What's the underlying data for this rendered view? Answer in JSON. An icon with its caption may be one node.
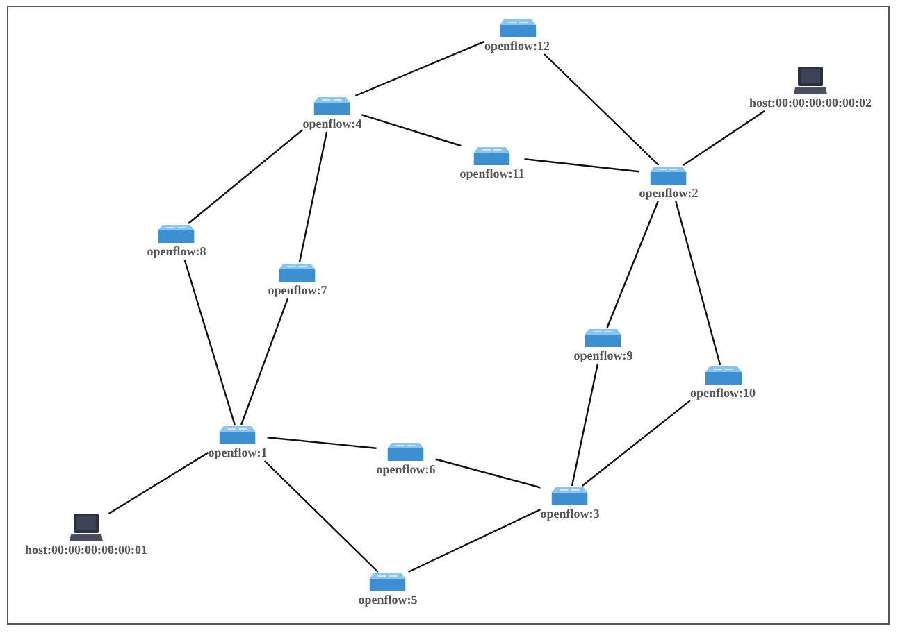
{
  "diagram": {
    "nodes": [
      {
        "text": [
          "openflow:12"
        ]
      },
      {
        "text": [
          "host:00:00:00:00:00:02"
        ]
      },
      {
        "text": [
          "openflow:4"
        ]
      },
      {
        "text": [
          "openflow:11"
        ]
      },
      {
        "text": [
          "openflow:2"
        ]
      },
      {
        "text": [
          "openflow:8"
        ]
      },
      {
        "text": [
          "openflow:7"
        ]
      },
      {
        "text": [
          "openflow:9"
        ]
      },
      {
        "text": [
          "openflow:10"
        ]
      },
      {
        "text": [
          "openflow:1"
        ]
      },
      {
        "text": [
          "openflow:6"
        ]
      },
      {
        "text": [
          "openflow:3"
        ]
      },
      {
        "text": [
          "host:00:00:00:00:00:01"
        ]
      },
      {
        "text": [
          "openflow:5"
        ]
      }
    ],
    "edges": [
      {
        "from": 0,
        "to": 2,
        "arrow": "none"
      },
      {
        "from": 0,
        "to": 4,
        "arrow": "none"
      },
      {
        "from": 2,
        "to": 3,
        "arrow": "none"
      },
      {
        "from": 3,
        "to": 4,
        "arrow": "none"
      },
      {
        "from": 2,
        "to": 5,
        "arrow": "none"
      },
      {
        "from": 2,
        "to": 6,
        "arrow": "none"
      },
      {
        "from": 4,
        "to": 1,
        "arrow": "none"
      },
      {
        "from": 4,
        "to": 7,
        "arrow": "none"
      },
      {
        "from": 4,
        "to": 8,
        "arrow": "none"
      },
      {
        "from": 5,
        "to": 9,
        "arrow": "none"
      },
      {
        "from": 6,
        "to": 9,
        "arrow": "none"
      },
      {
        "from": 9,
        "to": 10,
        "arrow": "none"
      },
      {
        "from": 10,
        "to": 11,
        "arrow": "none"
      },
      {
        "from": 9,
        "to": 13,
        "arrow": "none"
      },
      {
        "from": 13,
        "to": 11,
        "arrow": "none"
      },
      {
        "from": 7,
        "to": 11,
        "arrow": "none"
      },
      {
        "from": 8,
        "to": 11,
        "arrow": "none"
      },
      {
        "from": 9,
        "to": 12,
        "arrow": "none"
      }
    ]
  }
}
